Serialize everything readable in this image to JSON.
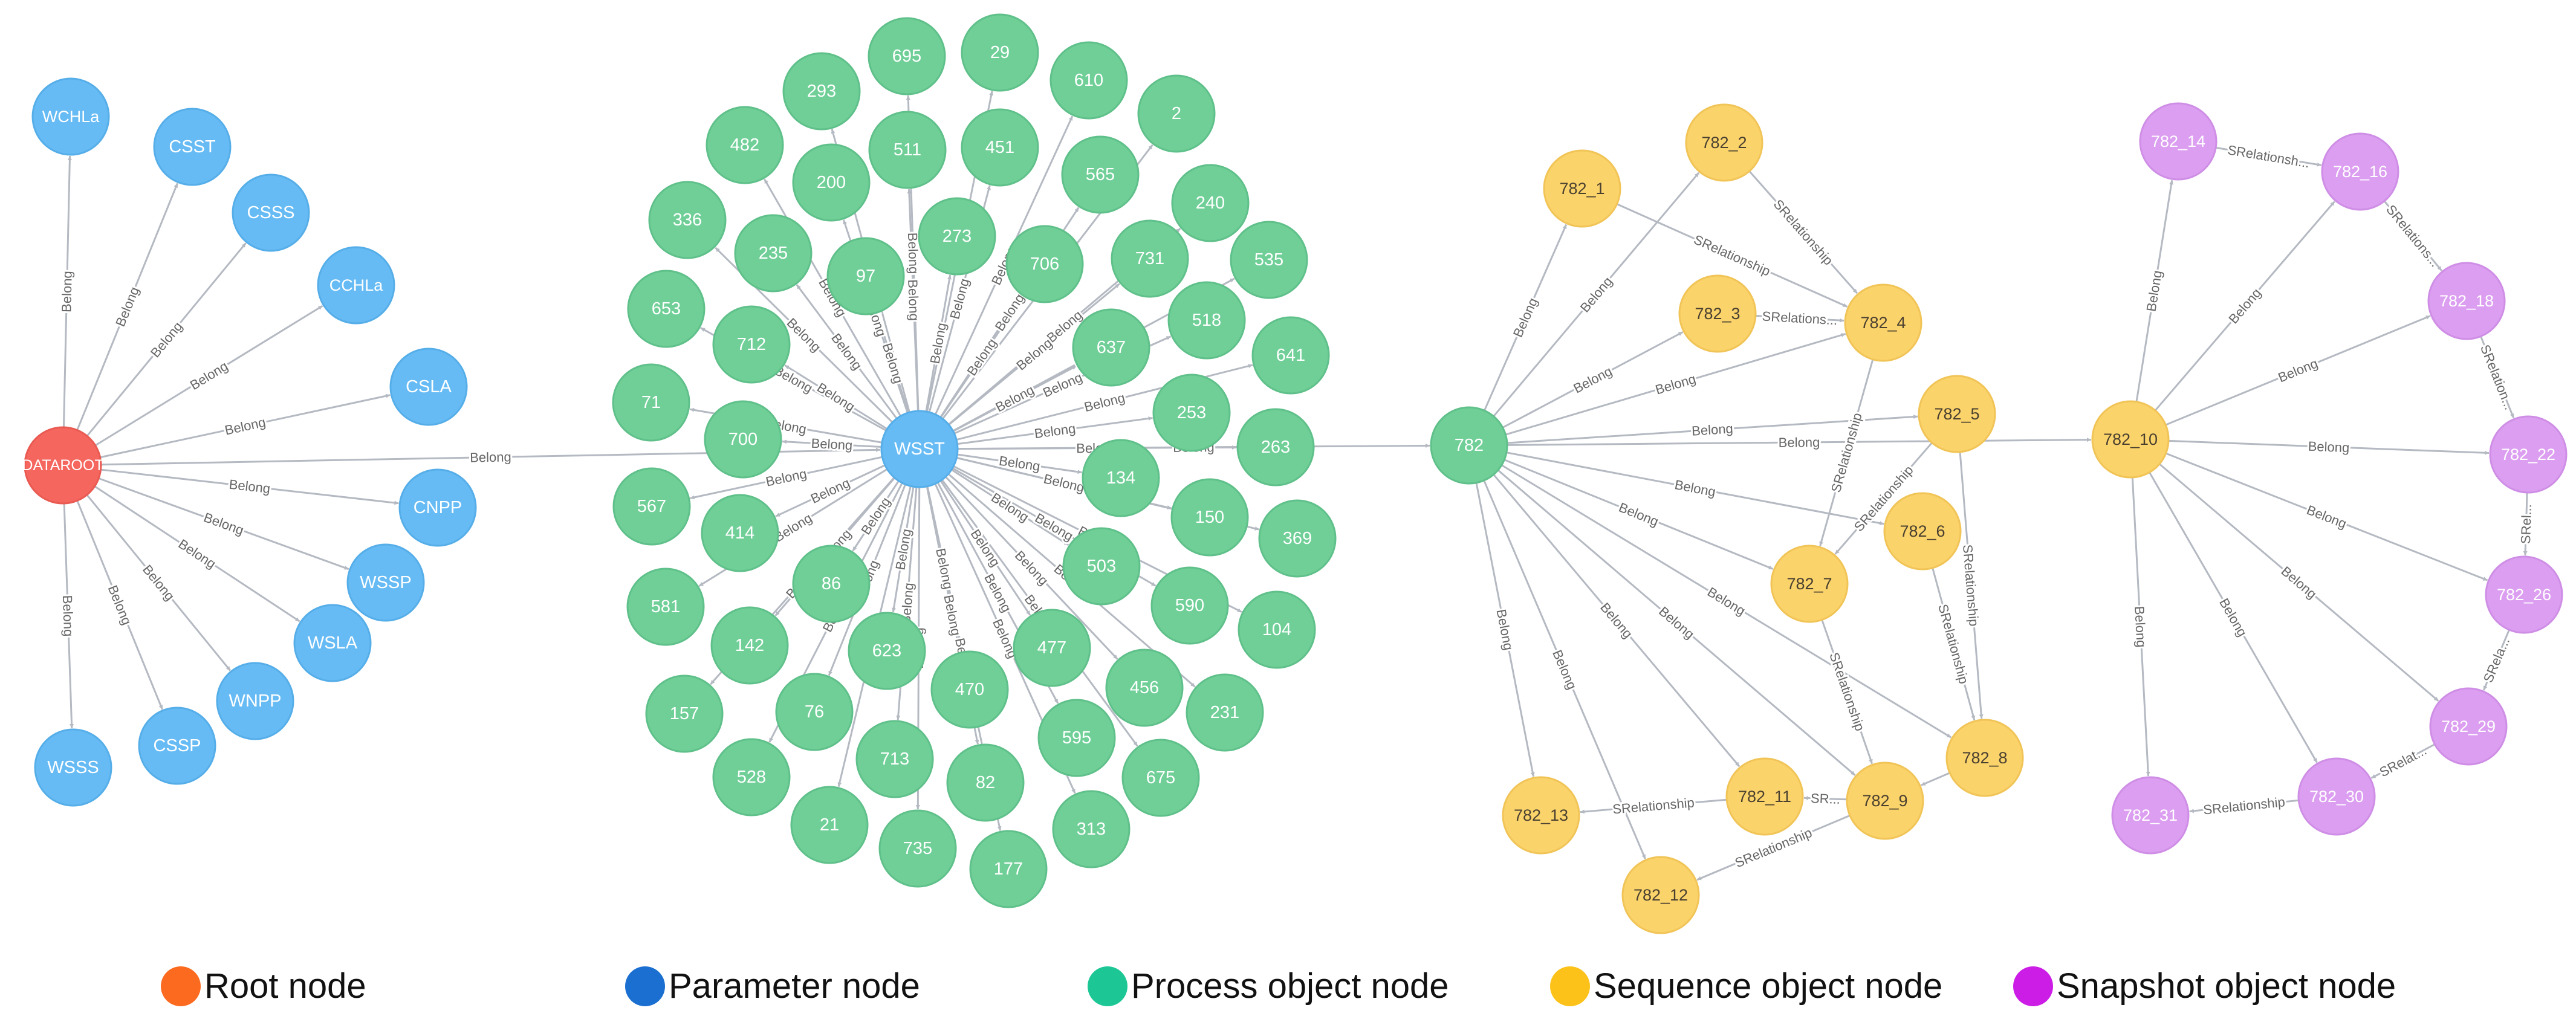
{
  "colors": {
    "root": "#f5665f",
    "root_stroke": "#e95a52",
    "parameter": "#67bbf4",
    "parameter_stroke": "#56aee9",
    "process": "#6fcf97",
    "process_stroke": "#5fc08a",
    "sequence": "#fbd36b",
    "sequence_stroke": "#f1c457",
    "snapshot": "#dc9ef0",
    "snapshot_stroke": "#cf8ee6",
    "edge": "#b4b9c2",
    "edge_label": "#666666",
    "legend_root": "#fb6a1e",
    "legend_parameter": "#1a6fd0",
    "legend_process": "#1cc795",
    "legend_sequence": "#fcc21a",
    "legend_snapshot": "#cc1de6"
  },
  "legend": [
    {
      "label": "Root node",
      "color": "#fb6a1e"
    },
    {
      "label": "Parameter node",
      "color": "#1a6fd0"
    },
    {
      "label": "Process object node",
      "color": "#1cc795"
    },
    {
      "label": "Sequence object node",
      "color": "#fcc21a"
    },
    {
      "label": "Snapshot object node",
      "color": "#cc1de6"
    }
  ],
  "nodes": [
    {
      "id": "DATAROOT",
      "type": "root"
    },
    {
      "id": "WCHLa",
      "type": "parameter"
    },
    {
      "id": "CSST",
      "type": "parameter"
    },
    {
      "id": "CSSS",
      "type": "parameter"
    },
    {
      "id": "CCHLa",
      "type": "parameter"
    },
    {
      "id": "CSLA",
      "type": "parameter"
    },
    {
      "id": "CNPP",
      "type": "parameter"
    },
    {
      "id": "WSSP",
      "type": "parameter"
    },
    {
      "id": "WSLA",
      "type": "parameter"
    },
    {
      "id": "WNPP",
      "type": "parameter"
    },
    {
      "id": "CSSP",
      "type": "parameter"
    },
    {
      "id": "WSSS",
      "type": "parameter"
    },
    {
      "id": "WSST",
      "type": "parameter"
    },
    {
      "id": "695",
      "type": "process"
    },
    {
      "id": "29",
      "type": "process"
    },
    {
      "id": "293",
      "type": "process"
    },
    {
      "id": "610",
      "type": "process"
    },
    {
      "id": "482",
      "type": "process"
    },
    {
      "id": "511",
      "type": "process"
    },
    {
      "id": "451",
      "type": "process"
    },
    {
      "id": "2",
      "type": "process"
    },
    {
      "id": "200",
      "type": "process"
    },
    {
      "id": "565",
      "type": "process"
    },
    {
      "id": "336",
      "type": "process"
    },
    {
      "id": "240",
      "type": "process"
    },
    {
      "id": "235",
      "type": "process"
    },
    {
      "id": "273",
      "type": "process"
    },
    {
      "id": "706",
      "type": "process"
    },
    {
      "id": "731",
      "type": "process"
    },
    {
      "id": "535",
      "type": "process"
    },
    {
      "id": "97",
      "type": "process"
    },
    {
      "id": "653",
      "type": "process"
    },
    {
      "id": "518",
      "type": "process"
    },
    {
      "id": "712",
      "type": "process"
    },
    {
      "id": "637",
      "type": "process"
    },
    {
      "id": "641",
      "type": "process"
    },
    {
      "id": "71",
      "type": "process"
    },
    {
      "id": "253",
      "type": "process"
    },
    {
      "id": "700",
      "type": "process"
    },
    {
      "id": "263",
      "type": "process"
    },
    {
      "id": "567",
      "type": "process"
    },
    {
      "id": "134",
      "type": "process"
    },
    {
      "id": "414",
      "type": "process"
    },
    {
      "id": "150",
      "type": "process"
    },
    {
      "id": "369",
      "type": "process"
    },
    {
      "id": "503",
      "type": "process"
    },
    {
      "id": "86",
      "type": "process"
    },
    {
      "id": "581",
      "type": "process"
    },
    {
      "id": "590",
      "type": "process"
    },
    {
      "id": "104",
      "type": "process"
    },
    {
      "id": "142",
      "type": "process"
    },
    {
      "id": "623",
      "type": "process"
    },
    {
      "id": "477",
      "type": "process"
    },
    {
      "id": "470",
      "type": "process"
    },
    {
      "id": "157",
      "type": "process"
    },
    {
      "id": "76",
      "type": "process"
    },
    {
      "id": "456",
      "type": "process"
    },
    {
      "id": "231",
      "type": "process"
    },
    {
      "id": "595",
      "type": "process"
    },
    {
      "id": "713",
      "type": "process"
    },
    {
      "id": "528",
      "type": "process"
    },
    {
      "id": "82",
      "type": "process"
    },
    {
      "id": "675",
      "type": "process"
    },
    {
      "id": "21",
      "type": "process"
    },
    {
      "id": "313",
      "type": "process"
    },
    {
      "id": "735",
      "type": "process"
    },
    {
      "id": "177",
      "type": "process"
    },
    {
      "id": "782",
      "type": "process"
    },
    {
      "id": "782_1",
      "type": "sequence"
    },
    {
      "id": "782_2",
      "type": "sequence"
    },
    {
      "id": "782_3",
      "type": "sequence"
    },
    {
      "id": "782_4",
      "type": "sequence"
    },
    {
      "id": "782_5",
      "type": "sequence"
    },
    {
      "id": "782_6",
      "type": "sequence"
    },
    {
      "id": "782_7",
      "type": "sequence"
    },
    {
      "id": "782_8",
      "type": "sequence"
    },
    {
      "id": "782_9",
      "type": "sequence"
    },
    {
      "id": "782_11",
      "type": "sequence"
    },
    {
      "id": "782_13",
      "type": "sequence"
    },
    {
      "id": "782_12",
      "type": "sequence"
    },
    {
      "id": "782_10",
      "type": "sequence"
    },
    {
      "id": "782_14",
      "type": "snapshot"
    },
    {
      "id": "782_16",
      "type": "snapshot"
    },
    {
      "id": "782_18",
      "type": "snapshot"
    },
    {
      "id": "782_22",
      "type": "snapshot"
    },
    {
      "id": "782_26",
      "type": "snapshot"
    },
    {
      "id": "782_29",
      "type": "snapshot"
    },
    {
      "id": "782_30",
      "type": "snapshot"
    },
    {
      "id": "782_31",
      "type": "snapshot"
    }
  ],
  "edges": [
    {
      "from": "DATAROOT",
      "to": "WCHLa",
      "label": "Belong"
    },
    {
      "from": "DATAROOT",
      "to": "CSST",
      "label": "Belong"
    },
    {
      "from": "DATAROOT",
      "to": "CSSS",
      "label": "Belong"
    },
    {
      "from": "DATAROOT",
      "to": "CCHLa",
      "label": "Belong"
    },
    {
      "from": "DATAROOT",
      "to": "CSLA",
      "label": "Belong"
    },
    {
      "from": "DATAROOT",
      "to": "CNPP",
      "label": "Belong"
    },
    {
      "from": "DATAROOT",
      "to": "WSSP",
      "label": "Belong"
    },
    {
      "from": "DATAROOT",
      "to": "WSLA",
      "label": "Belong"
    },
    {
      "from": "DATAROOT",
      "to": "WNPP",
      "label": "Belong"
    },
    {
      "from": "DATAROOT",
      "to": "CSSP",
      "label": "Belong"
    },
    {
      "from": "DATAROOT",
      "to": "WSSS",
      "label": "Belong"
    },
    {
      "from": "DATAROOT",
      "to": "WSST",
      "label": "Belong"
    },
    {
      "from": "WSST",
      "to": "695",
      "label": "Belong"
    },
    {
      "from": "WSST",
      "to": "29",
      "label": "Belong"
    },
    {
      "from": "WSST",
      "to": "293",
      "label": "Belong"
    },
    {
      "from": "WSST",
      "to": "610",
      "label": "Belong"
    },
    {
      "from": "WSST",
      "to": "482",
      "label": "Belong"
    },
    {
      "from": "WSST",
      "to": "511",
      "label": "Belong"
    },
    {
      "from": "WSST",
      "to": "451",
      "label": "Belong"
    },
    {
      "from": "WSST",
      "to": "2",
      "label": "Belong"
    },
    {
      "from": "WSST",
      "to": "200",
      "label": "Belong"
    },
    {
      "from": "WSST",
      "to": "565",
      "label": "Belong"
    },
    {
      "from": "WSST",
      "to": "336",
      "label": "Belong"
    },
    {
      "from": "WSST",
      "to": "240",
      "label": "Belong"
    },
    {
      "from": "WSST",
      "to": "235",
      "label": "Belong"
    },
    {
      "from": "WSST",
      "to": "273",
      "label": "Belong"
    },
    {
      "from": "WSST",
      "to": "706",
      "label": "Belong"
    },
    {
      "from": "WSST",
      "to": "731",
      "label": "Belong"
    },
    {
      "from": "WSST",
      "to": "535",
      "label": "Belong"
    },
    {
      "from": "WSST",
      "to": "97",
      "label": "Belong"
    },
    {
      "from": "WSST",
      "to": "653",
      "label": "Belong"
    },
    {
      "from": "WSST",
      "to": "518",
      "label": "Belong"
    },
    {
      "from": "WSST",
      "to": "712",
      "label": "Belong"
    },
    {
      "from": "WSST",
      "to": "637",
      "label": "Belong"
    },
    {
      "from": "WSST",
      "to": "641",
      "label": "Belong"
    },
    {
      "from": "WSST",
      "to": "71",
      "label": "Belong"
    },
    {
      "from": "WSST",
      "to": "253",
      "label": "Belong"
    },
    {
      "from": "WSST",
      "to": "700",
      "label": "Belong"
    },
    {
      "from": "WSST",
      "to": "263",
      "label": "Belong"
    },
    {
      "from": "WSST",
      "to": "567",
      "label": "Belong"
    },
    {
      "from": "WSST",
      "to": "134",
      "label": "Belong"
    },
    {
      "from": "WSST",
      "to": "414",
      "label": "Belong"
    },
    {
      "from": "WSST",
      "to": "150",
      "label": "Belong"
    },
    {
      "from": "WSST",
      "to": "369",
      "label": "Belong"
    },
    {
      "from": "WSST",
      "to": "503",
      "label": "Belong"
    },
    {
      "from": "WSST",
      "to": "86",
      "label": "Belong"
    },
    {
      "from": "WSST",
      "to": "581",
      "label": "Belong"
    },
    {
      "from": "WSST",
      "to": "590",
      "label": "Belong"
    },
    {
      "from": "WSST",
      "to": "104",
      "label": "Belong"
    },
    {
      "from": "WSST",
      "to": "142",
      "label": "Belong"
    },
    {
      "from": "WSST",
      "to": "623",
      "label": "Belong"
    },
    {
      "from": "WSST",
      "to": "477",
      "label": "Belong"
    },
    {
      "from": "WSST",
      "to": "470",
      "label": "Belong"
    },
    {
      "from": "WSST",
      "to": "157",
      "label": "Belong"
    },
    {
      "from": "WSST",
      "to": "76",
      "label": "Belong"
    },
    {
      "from": "WSST",
      "to": "456",
      "label": "Belong"
    },
    {
      "from": "WSST",
      "to": "231",
      "label": "Belong"
    },
    {
      "from": "WSST",
      "to": "595",
      "label": "Belong"
    },
    {
      "from": "WSST",
      "to": "713",
      "label": "Belong"
    },
    {
      "from": "WSST",
      "to": "528",
      "label": "Belong"
    },
    {
      "from": "WSST",
      "to": "82",
      "label": "Belong"
    },
    {
      "from": "WSST",
      "to": "675",
      "label": "Belong"
    },
    {
      "from": "WSST",
      "to": "21",
      "label": "Belong"
    },
    {
      "from": "WSST",
      "to": "313",
      "label": "Belong"
    },
    {
      "from": "WSST",
      "to": "735",
      "label": "Belong"
    },
    {
      "from": "WSST",
      "to": "177",
      "label": "Belong"
    },
    {
      "from": "WSST",
      "to": "782",
      "label": "Belong"
    },
    {
      "from": "782",
      "to": "782_1",
      "label": "Belong"
    },
    {
      "from": "782",
      "to": "782_2",
      "label": "Belong"
    },
    {
      "from": "782",
      "to": "782_3",
      "label": "Belong"
    },
    {
      "from": "782",
      "to": "782_4",
      "label": "Belong"
    },
    {
      "from": "782",
      "to": "782_5",
      "label": "Belong"
    },
    {
      "from": "782",
      "to": "782_6",
      "label": "Belong"
    },
    {
      "from": "782",
      "to": "782_7",
      "label": "Belong"
    },
    {
      "from": "782",
      "to": "782_8",
      "label": "Belong"
    },
    {
      "from": "782",
      "to": "782_9",
      "label": "Belong"
    },
    {
      "from": "782",
      "to": "782_11",
      "label": "Belong"
    },
    {
      "from": "782",
      "to": "782_13",
      "label": "Belong"
    },
    {
      "from": "782",
      "to": "782_12",
      "label": "Belong"
    },
    {
      "from": "782",
      "to": "782_10",
      "label": "Belong"
    },
    {
      "from": "782_1",
      "to": "782_4",
      "label": "SRelationship"
    },
    {
      "from": "782_2",
      "to": "782_4",
      "label": "SRelationship"
    },
    {
      "from": "782_3",
      "to": "782_4",
      "label": "SRelations..."
    },
    {
      "from": "782_4",
      "to": "782_7",
      "label": "SRelationship"
    },
    {
      "from": "782_5",
      "to": "782_7",
      "label": "SRelationship"
    },
    {
      "from": "782_5",
      "to": "782_8",
      "label": "SRelationship"
    },
    {
      "from": "782_6",
      "to": "782_8",
      "label": "SRelationship"
    },
    {
      "from": "782_7",
      "to": "782_9",
      "label": "SRelationship"
    },
    {
      "from": "782_8",
      "to": "782_9",
      "label": ""
    },
    {
      "from": "782_9",
      "to": "782_11",
      "label": "SR..."
    },
    {
      "from": "782_11",
      "to": "782_13",
      "label": "SRelationship"
    },
    {
      "from": "782_9",
      "to": "782_12",
      "label": "SRelationship"
    },
    {
      "from": "782_10",
      "to": "782_14",
      "label": "Belong"
    },
    {
      "from": "782_10",
      "to": "782_16",
      "label": "Belong"
    },
    {
      "from": "782_10",
      "to": "782_18",
      "label": "Belong"
    },
    {
      "from": "782_10",
      "to": "782_22",
      "label": "Belong"
    },
    {
      "from": "782_10",
      "to": "782_26",
      "label": "Belong"
    },
    {
      "from": "782_10",
      "to": "782_29",
      "label": "Belong"
    },
    {
      "from": "782_10",
      "to": "782_30",
      "label": "Belong"
    },
    {
      "from": "782_10",
      "to": "782_31",
      "label": "Belong"
    },
    {
      "from": "782_14",
      "to": "782_16",
      "label": "SRelationsh..."
    },
    {
      "from": "782_16",
      "to": "782_18",
      "label": "SRelations..."
    },
    {
      "from": "782_18",
      "to": "782_22",
      "label": "SRelation..."
    },
    {
      "from": "782_22",
      "to": "782_26",
      "label": "SRel..."
    },
    {
      "from": "782_26",
      "to": "782_29",
      "label": "SRela..."
    },
    {
      "from": "782_29",
      "to": "782_30",
      "label": "SRelat..."
    },
    {
      "from": "782_30",
      "to": "782_31",
      "label": "SRelationship"
    }
  ]
}
